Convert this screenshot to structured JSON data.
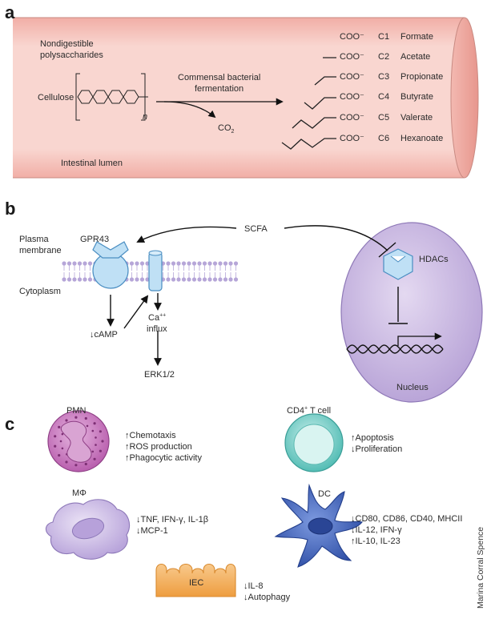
{
  "panels": {
    "a": "a",
    "b": "b",
    "c": "c"
  },
  "panel_a": {
    "top_label_line1": "Nondigestible",
    "top_label_line2": "polysaccharides",
    "cellulose": "Cellulose",
    "subscript_n": "n",
    "fermentation_line1": "Commensal bacterial",
    "fermentation_line2": "fermentation",
    "co2": "CO",
    "co2_sub": "2",
    "lumen": "Intestinal lumen",
    "acids": [
      {
        "group": "COO⁻",
        "code": "C1",
        "name": "Formate"
      },
      {
        "group": "COO⁻",
        "code": "C2",
        "name": "Acetate"
      },
      {
        "group": "COO⁻",
        "code": "C3",
        "name": "Propionate"
      },
      {
        "group": "COO⁻",
        "code": "C4",
        "name": "Butyrate"
      },
      {
        "group": "COO⁻",
        "code": "C5",
        "name": "Valerate"
      },
      {
        "group": "COO⁻",
        "code": "C6",
        "name": "Hexanoate"
      }
    ]
  },
  "panel_b": {
    "scfa": "SCFA",
    "plasma_line1": "Plasma",
    "plasma_line2": "membrane",
    "gpr43": "GPR43",
    "cytoplasm": "Cytoplasm",
    "camp": "↓cAMP",
    "ca": "Ca",
    "ca_sup": "++",
    "influx": "influx",
    "erk": "ERK1/2",
    "hdacs": "HDACs",
    "nucleus": "Nucleus"
  },
  "panel_c": {
    "pmn": {
      "name": "PMN",
      "effects": [
        "↑Chemotaxis",
        "↑ROS production",
        "↑Phagocytic activity"
      ]
    },
    "tcell": {
      "name": "CD4",
      "name_sup": "+",
      "name_rest": " T cell",
      "effects": [
        "↑Apoptosis",
        "↓Proliferation"
      ]
    },
    "macrophage": {
      "name": "MΦ",
      "effects": [
        "↓TNF, IFN-γ, IL-1β",
        "↓MCP-1"
      ]
    },
    "dc": {
      "name": "DC",
      "effects": [
        "↓CD80, CD86, CD40, MHCII",
        "↓IL-12, IFN-γ",
        "↑IL-10, IL-23"
      ]
    },
    "iec": {
      "name": "IEC",
      "effects": [
        "↓IL-8",
        "↓Autophagy"
      ]
    }
  },
  "credit": "Marina Corral Spence",
  "colors": {
    "intestine": "#f7c9c2",
    "intestine_edge": "#c98a82",
    "nucleus": "#cdbde3",
    "receptor": "#bfe0f5",
    "pmn": "#c77bc0",
    "tcell": "#8fd6d0",
    "macrophage": "#cdbde6",
    "dc": "#4a6fc4",
    "iec": "#f3ad5c"
  }
}
